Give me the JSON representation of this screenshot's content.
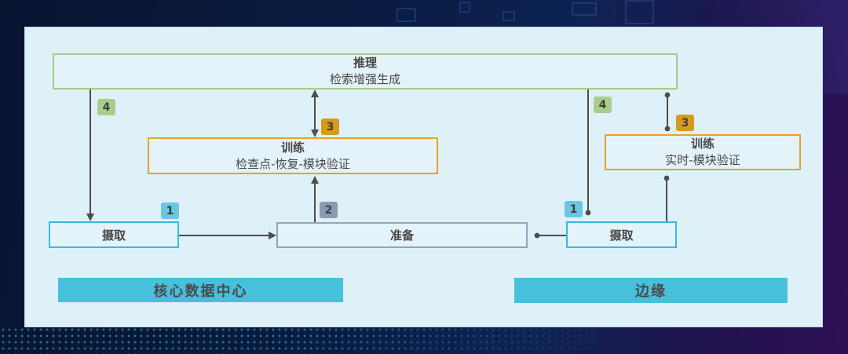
{
  "diagram": {
    "inference": {
      "title": "推理",
      "subtitle": "检索增强生成"
    },
    "training_core": {
      "title": "训练",
      "subtitle": "检查点-恢复-模块验证"
    },
    "training_edge": {
      "title": "训练",
      "subtitle": "实时-模块验证"
    },
    "ingest_core_label": "摄取",
    "prepare_label": "准备",
    "ingest_edge_label": "摄取",
    "zone_core_label": "核心数据中心",
    "zone_edge_label": "边缘",
    "badges": {
      "step1_core": "1",
      "step2_core": "2",
      "step3_core": "3",
      "step4_core": "4",
      "step1_edge": "1",
      "step3_edge": "3",
      "step4_edge": "4"
    },
    "colors": {
      "panel_bg": "#def1f8",
      "inference_border": "#a8cb86",
      "training_border": "#e2a42b",
      "ingest_border": "#35bcdf",
      "prepare_border": "#95a3b8",
      "zone_banner": "#47c0dc",
      "badge_green": "#a9cd8e",
      "badge_orange": "#d9991c",
      "badge_cyan": "#6bc6e3",
      "badge_slate": "#8b9ab4",
      "connector": "#4d4d4d",
      "background_navy": "#0a1c42",
      "background_purple": "#2e1057"
    }
  }
}
